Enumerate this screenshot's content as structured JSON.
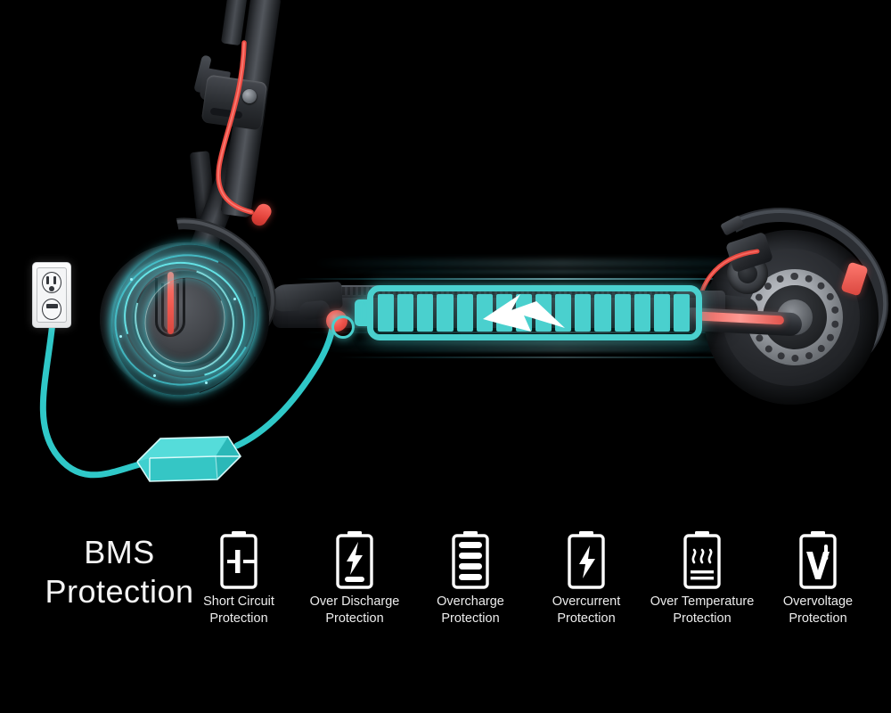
{
  "scene": {
    "product": "electric-scooter-charging-illustration",
    "background_color": "#000000",
    "accent_cyan": "#4ad0ce",
    "accent_red": "#ec5149",
    "elements": {
      "wall_outlet": "duplex-wall-outlet",
      "charger_brick": "charger-power-brick",
      "charge_cable": "charging-cable",
      "charge_port": "scooter-charging-port",
      "battery_overlay": "battery-level-indicator",
      "battery_cells": 16,
      "bolt": "lightning-bolt",
      "front_wheel": "front-wheel-with-energy-rings",
      "rear_wheel": "rear-wheel-with-brake-disc",
      "speed_streaks": "motion-light-streaks"
    }
  },
  "bms": {
    "title_line1": "BMS",
    "title_line2": "Protection",
    "features": [
      {
        "icon": "battery-short-circuit-icon",
        "label_line1": "Short Circuit",
        "label_line2": "Protection"
      },
      {
        "icon": "battery-over-discharge-icon",
        "label_line1": "Over Discharge",
        "label_line2": "Protection"
      },
      {
        "icon": "battery-overcharge-icon",
        "label_line1": "Overcharge",
        "label_line2": "Protection"
      },
      {
        "icon": "battery-overcurrent-icon",
        "label_line1": "Overcurrent",
        "label_line2": "Protection"
      },
      {
        "icon": "battery-over-temperature-icon",
        "label_line1": "Over Temperature",
        "label_line2": "Protection"
      },
      {
        "icon": "battery-overvoltage-icon",
        "label_line1": "Overvoltage",
        "label_line2": "Protection"
      }
    ]
  }
}
